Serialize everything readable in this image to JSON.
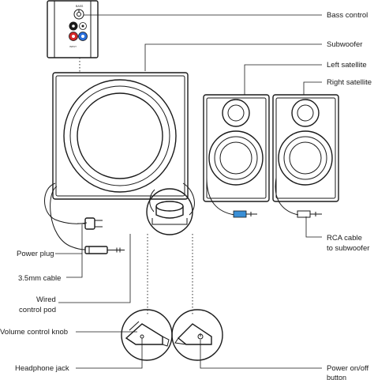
{
  "labels": {
    "bass_control": "Bass control",
    "subwoofer": "Subwoofer",
    "left_satellite": "Left satellite",
    "right_satellite": "Right satellite",
    "rca_cable_line1": "RCA cable",
    "rca_cable_line2": "to subwoofer",
    "power_plug": "Power plug",
    "mm_cable": "3.5mm cable",
    "wired_line1": "Wired",
    "wired_line2": "control pod",
    "volume_knob": "Volume control knob",
    "headphone_jack": "Headphone jack",
    "power_button_line1": "Power on/off",
    "power_button_line2": "button"
  },
  "colors": {
    "line": "#1a1a1a",
    "rca_red": "#d62828",
    "rca_blue": "#2a6fdb",
    "cable_blue": "#3a8fd6"
  },
  "icons": [
    "bass-knob-icon",
    "rca-red-jack-icon",
    "rca-blue-jack-icon",
    "power-plug-icon",
    "audio-jack-icon"
  ]
}
